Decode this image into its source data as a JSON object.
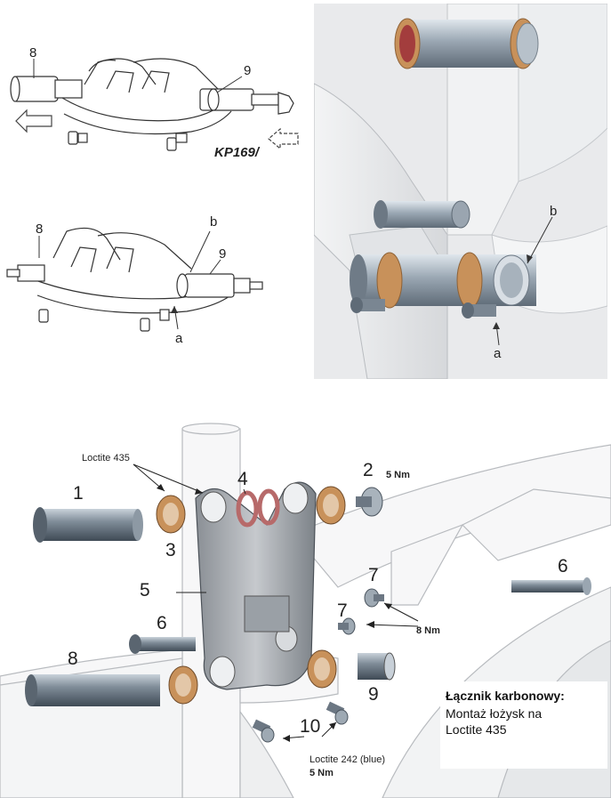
{
  "top_left_sketch_1": {
    "label_8": "8",
    "label_9": "9",
    "code": "KP169/"
  },
  "top_left_sketch_2": {
    "label_8": "8",
    "label_b": "b",
    "label_9": "9",
    "label_a": "a"
  },
  "top_right_render": {
    "label_b": "b",
    "label_a": "a"
  },
  "exploded_view": {
    "part_1": "1",
    "part_2": "2",
    "torque_2": "5 Nm",
    "part_3": "3",
    "part_4": "4",
    "part_5": "5",
    "part_6_left": "6",
    "part_6_right": "6",
    "part_7_top": "7",
    "part_7_bottom": "7",
    "torque_7": "8 Nm",
    "part_8": "8",
    "part_9": "9",
    "part_10": "10",
    "loctite_435": "Loctite 435",
    "loctite_242": "Loctite 242 (blue)",
    "torque_10": "5 Nm"
  },
  "callout": {
    "title": "Łącznik karbonowy:",
    "line_1": "Montaż łożysk na",
    "line_2": "Loctite 435"
  }
}
